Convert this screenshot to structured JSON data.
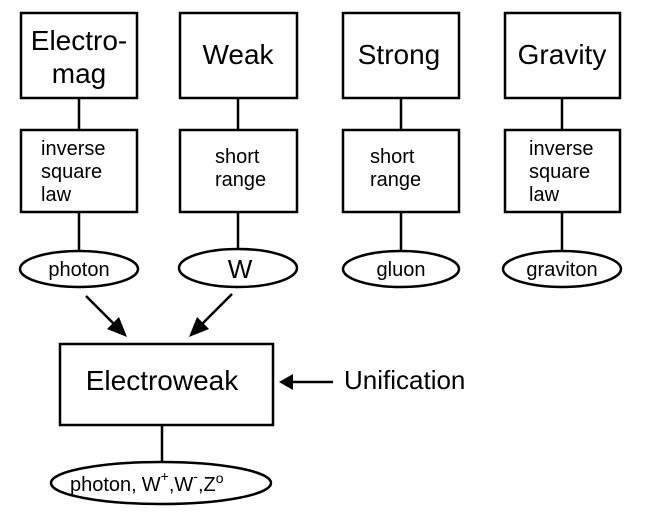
{
  "forces": [
    {
      "name_lines": [
        "Electro-",
        "mag"
      ],
      "property_lines": [
        "inverse",
        "square",
        "law"
      ],
      "carrier": "photon"
    },
    {
      "name_lines": [
        "Weak"
      ],
      "property_lines": [
        "short",
        "range"
      ],
      "carrier": "W"
    },
    {
      "name_lines": [
        "Strong"
      ],
      "property_lines": [
        "short",
        "range"
      ],
      "carrier": "gluon"
    },
    {
      "name_lines": [
        "Gravity"
      ],
      "property_lines": [
        "inverse",
        "square",
        "law"
      ],
      "carrier": "graviton"
    }
  ],
  "unified": {
    "name": "Electroweak",
    "carriers": {
      "photon": "photon,",
      "w": "W",
      "w_plus_sup": "+",
      "sep1": ",",
      "w_minus_sup": "-",
      "sep2": ",",
      "z": "Z",
      "z_sup": "o"
    }
  },
  "label": "Unification",
  "colors": {
    "line": "#000000",
    "background": "#ffffff"
  }
}
